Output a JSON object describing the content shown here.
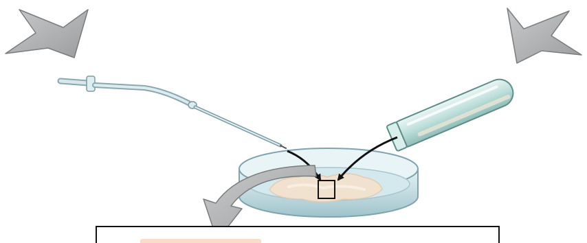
{
  "diagram": {
    "colors": {
      "block_arrow_fill": "#b4b6b8",
      "block_arrow_stroke": "#6e7072",
      "connector_arrow": "#111111",
      "dish_glass": "#cfe7ec",
      "dish_edge": "#7fa4ad",
      "sample_tissue": "#f1e2cf",
      "test_tube_glass": "#cde8e4",
      "test_tube_edge": "#5e8c88",
      "needle_tubing": "#b9d0d6"
    },
    "icons": [
      "block-arrow-in-left",
      "block-arrow-in-right",
      "block-arrow-out-curved",
      "pipette",
      "test-tube",
      "petri-dish",
      "focus-box",
      "detail-panel"
    ]
  }
}
